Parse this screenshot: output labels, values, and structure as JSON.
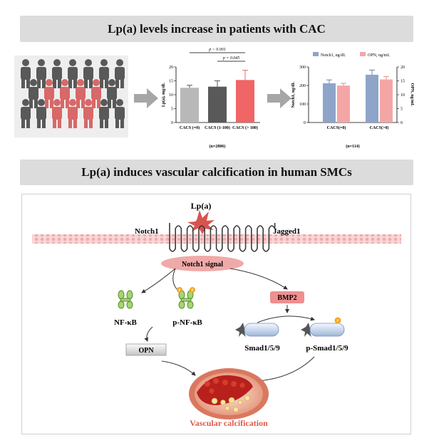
{
  "headers": {
    "top": "Lp(a) levels increase in patients with CAC",
    "bottom": "Lp(a) induces vascular calcification in human SMCs"
  },
  "colors": {
    "banner_bg": "#dcdcdc",
    "person_dark": "#595959",
    "person_highlight": "#d96868",
    "bar_gray1": "#b8b8b8",
    "bar_gray2": "#595959",
    "bar_red": "#f06565",
    "notch_blue": "#8ea4c8",
    "opn_pink": "#f4a6a6",
    "membrane": "#f2b8b8",
    "title_red": "#e05a4a"
  },
  "chart_data": [
    {
      "type": "bar",
      "categories": [
        "CACS (=0)",
        "CACS (1-100)",
        "CACS (> 100)"
      ],
      "series": [
        {
          "values": [
            12.5,
            12.9,
            15.3
          ],
          "errors": [
            0.9,
            2.1,
            3.5
          ]
        }
      ],
      "ylabel": "Lp(a), mg/dL",
      "ylim": [
        0,
        20
      ],
      "yticks": [
        "0",
        "5",
        "10",
        "15",
        "20"
      ],
      "annotations": [
        "p < 0.001",
        "p = 0.045"
      ],
      "caption": "(n=2806)"
    },
    {
      "type": "bar",
      "categories": [
        "CACS(=0)",
        "CACS(>0)"
      ],
      "series": [
        {
          "name": "Notch1, ng/dL",
          "values": [
            212,
            258
          ],
          "errors": [
            18,
            25
          ],
          "axis": "left"
        },
        {
          "name": "OPN, ng/mL",
          "values": [
            13.3,
            15.5
          ],
          "errors": [
            0.8,
            1.0
          ],
          "axis": "right"
        }
      ],
      "ylabel": "Notch1, ng/dL",
      "ylabel_right": "OPN, ng/mL",
      "ylim": [
        0,
        300
      ],
      "ylim_right": [
        0,
        20
      ],
      "yticks": [
        "0",
        "100",
        "200",
        "300"
      ],
      "yticks_right": [
        "0",
        "5",
        "10",
        "15",
        "20"
      ],
      "legend": "top",
      "caption": "(n=114)"
    }
  ],
  "diagram": {
    "ligand": "Lp(a)",
    "receptor_left": "Notch1",
    "receptor_right": "Jagged1",
    "signal": "Notch1 signal",
    "nfkb": "NF-κB",
    "p_nfkb": "p-NF-κB",
    "opn": "OPN",
    "bmp2": "BMP2",
    "smad": "Smad1/5/9",
    "p_smad": "p-Smad1/5/9",
    "phospho": "P",
    "outcome": "Vascular calcification"
  }
}
